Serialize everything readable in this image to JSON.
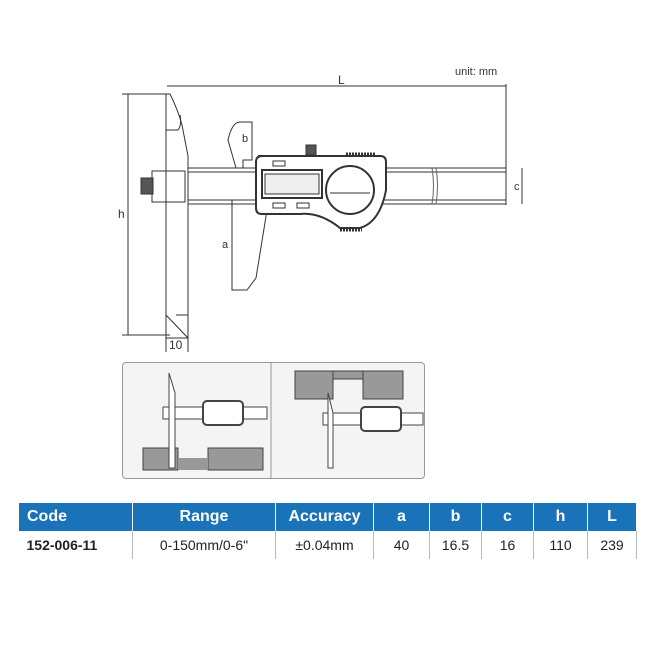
{
  "drawing": {
    "unit_label": "unit: mm",
    "dim_L": "L",
    "dim_h": "h",
    "dim_a": "a",
    "dim_b": "b",
    "dim_c": "c",
    "dim_10": "10"
  },
  "table": {
    "headers": [
      "Code",
      "Range",
      "Accuracy",
      "a",
      "b",
      "c",
      "h",
      "L"
    ],
    "rows": [
      [
        "152-006-11",
        "0-150mm/0-6\"",
        "±0.04mm",
        "40",
        "16.5",
        "16",
        "110",
        "239"
      ]
    ]
  }
}
